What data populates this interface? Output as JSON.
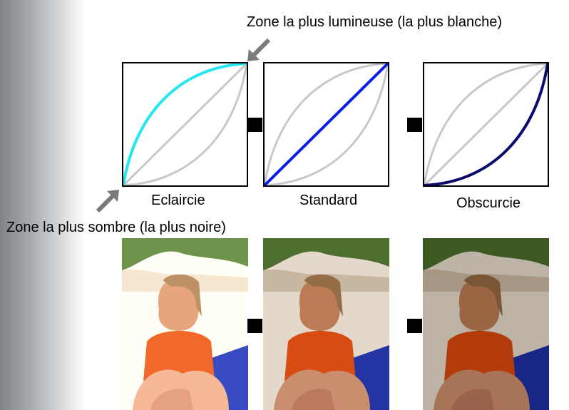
{
  "annotations": {
    "brightest_label": "Zone la plus lumineuse (la plus blanche)",
    "darkest_label": "Zone la plus sombre (la plus noire)"
  },
  "curves": [
    {
      "label": "Eclaircie",
      "highlight": "lighten",
      "color": "#22e6f0"
    },
    {
      "label": "Standard",
      "highlight": "linear",
      "color": "#0a1ee6"
    },
    {
      "label": "Obscurcie",
      "highlight": "darken",
      "color": "#0b0b6e"
    }
  ],
  "colors": {
    "reference_curve": "#c8c8c8",
    "arrow": "#7a7a7a",
    "separator": "#000000"
  },
  "photos": [
    {
      "variant": "lighten",
      "brightness": 1.15
    },
    {
      "variant": "standard",
      "brightness": 1.0
    },
    {
      "variant": "darken",
      "brightness": 0.82
    }
  ]
}
